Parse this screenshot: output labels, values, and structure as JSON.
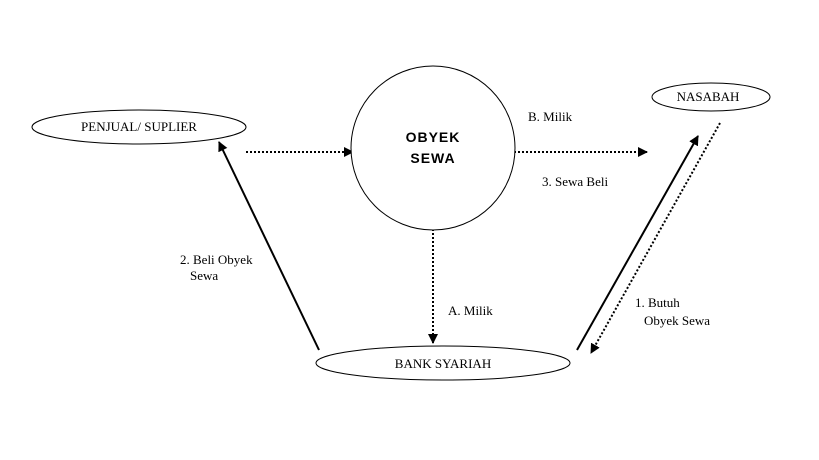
{
  "nodes": {
    "supplier": "PENJUAL/ SUPLIER",
    "object_line1": "OBYEK",
    "object_line2": "SEWA",
    "customer": "NASABAH",
    "bank": "BANK  SYARIAH"
  },
  "labels": {
    "b_milik": "B.  Milik",
    "sewa_beli": "3.  Sewa Beli",
    "beli_obyek_line1": "2. Beli Obyek",
    "beli_obyek_line2": "Sewa",
    "a_milik": "A.  Milik",
    "butuh_line1": "1. Butuh",
    "butuh_line2": "Obyek Sewa"
  }
}
